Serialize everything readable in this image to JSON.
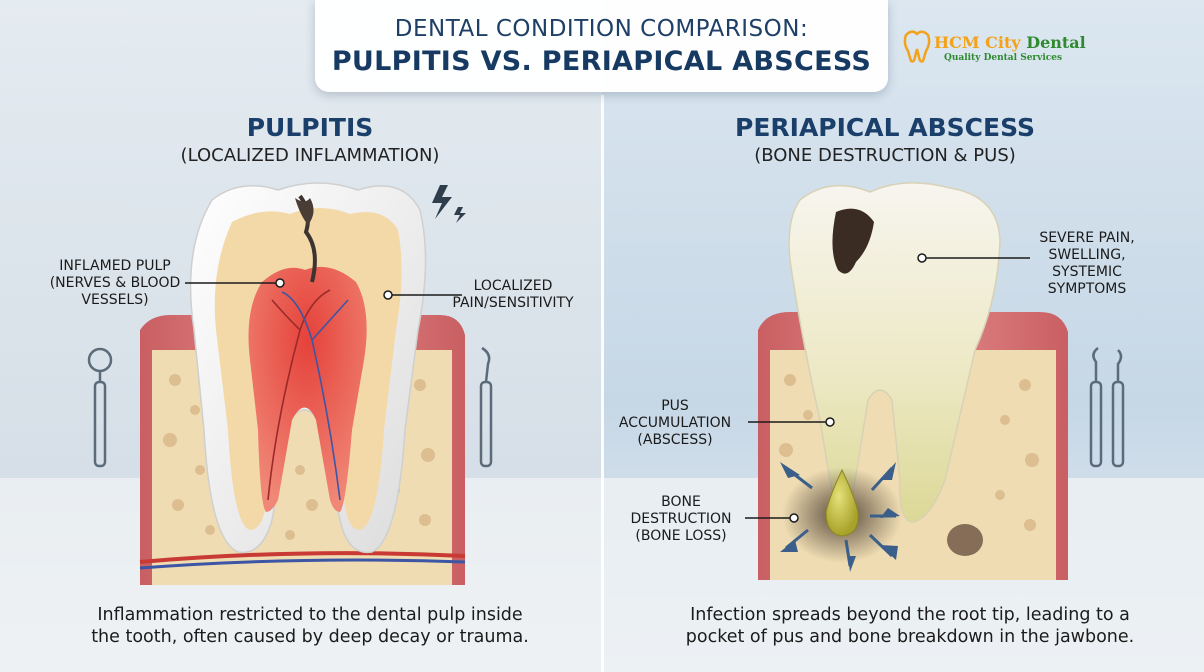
{
  "title": {
    "line1": "DENTAL CONDITION COMPARISON:",
    "line2": "PULPITIS VS. PERIAPICAL ABSCESS"
  },
  "brand": {
    "name_part1": "HCM City",
    "name_part2": "Dental",
    "tagline": "Quality Dental Services",
    "logo_icon": "tooth-logo-icon"
  },
  "colors": {
    "heading_blue": "#1a3f6b",
    "brand_orange": "#f2a21b",
    "brand_green": "#2f8a2f",
    "gum_pink": "#d9777a",
    "pulp_red": "#d8413a",
    "pus_yellow": "#c9c23a",
    "bone_beige": "#efdcb3"
  },
  "left_panel": {
    "heading": "PULPITIS",
    "subheading": "(LOCALIZED INFLAMMATION)",
    "label_pulp": "INFLAMED PULP\n(NERVES & BLOOD\nVESSELS)",
    "label_pain": "LOCALIZED\nPAIN/SENSITIVITY",
    "caption": "Inflammation restricted to the dental pulp inside\nthe tooth, often caused by deep decay or trauma.",
    "icons": [
      "lightning-pain-icon",
      "dental-mirror-icon",
      "dental-explorer-icon"
    ]
  },
  "right_panel": {
    "heading": "PERIAPICAL ABSCESS",
    "subheading": "(BONE DESTRUCTION & PUS)",
    "label_symptoms": "SEVERE PAIN,\nSWELLING,\nSYSTEMIC\nSYMPTOMS",
    "label_pus": "PUS\nACCUMULATION\n(ABSCESS)",
    "label_bone": "BONE\nDESTRUCTION\n(BONE LOSS)",
    "caption": "Infection spreads beyond the root tip, leading to a\npocket of pus and bone breakdown in the jawbone.",
    "icons": [
      "dental-probe-icon",
      "dental-scaler-icon"
    ]
  }
}
